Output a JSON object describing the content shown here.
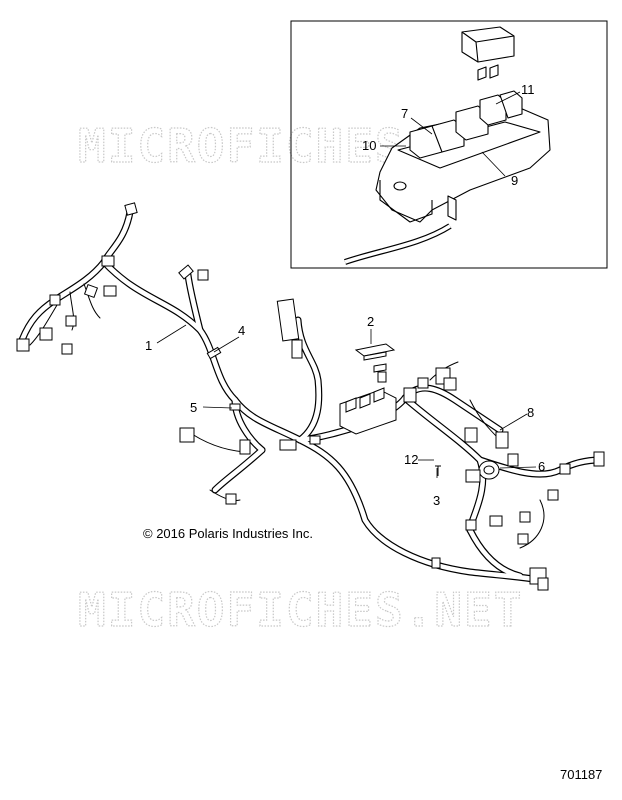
{
  "watermark": "MICROFICHES.NET",
  "copyright": "© 2016 Polaris Industries Inc.",
  "figure_number": "701187",
  "inset": {
    "callouts": [
      "7",
      "10",
      "11",
      "9"
    ]
  },
  "callouts": [
    "1",
    "2",
    "3",
    "4",
    "5",
    "6",
    "8",
    "12"
  ]
}
